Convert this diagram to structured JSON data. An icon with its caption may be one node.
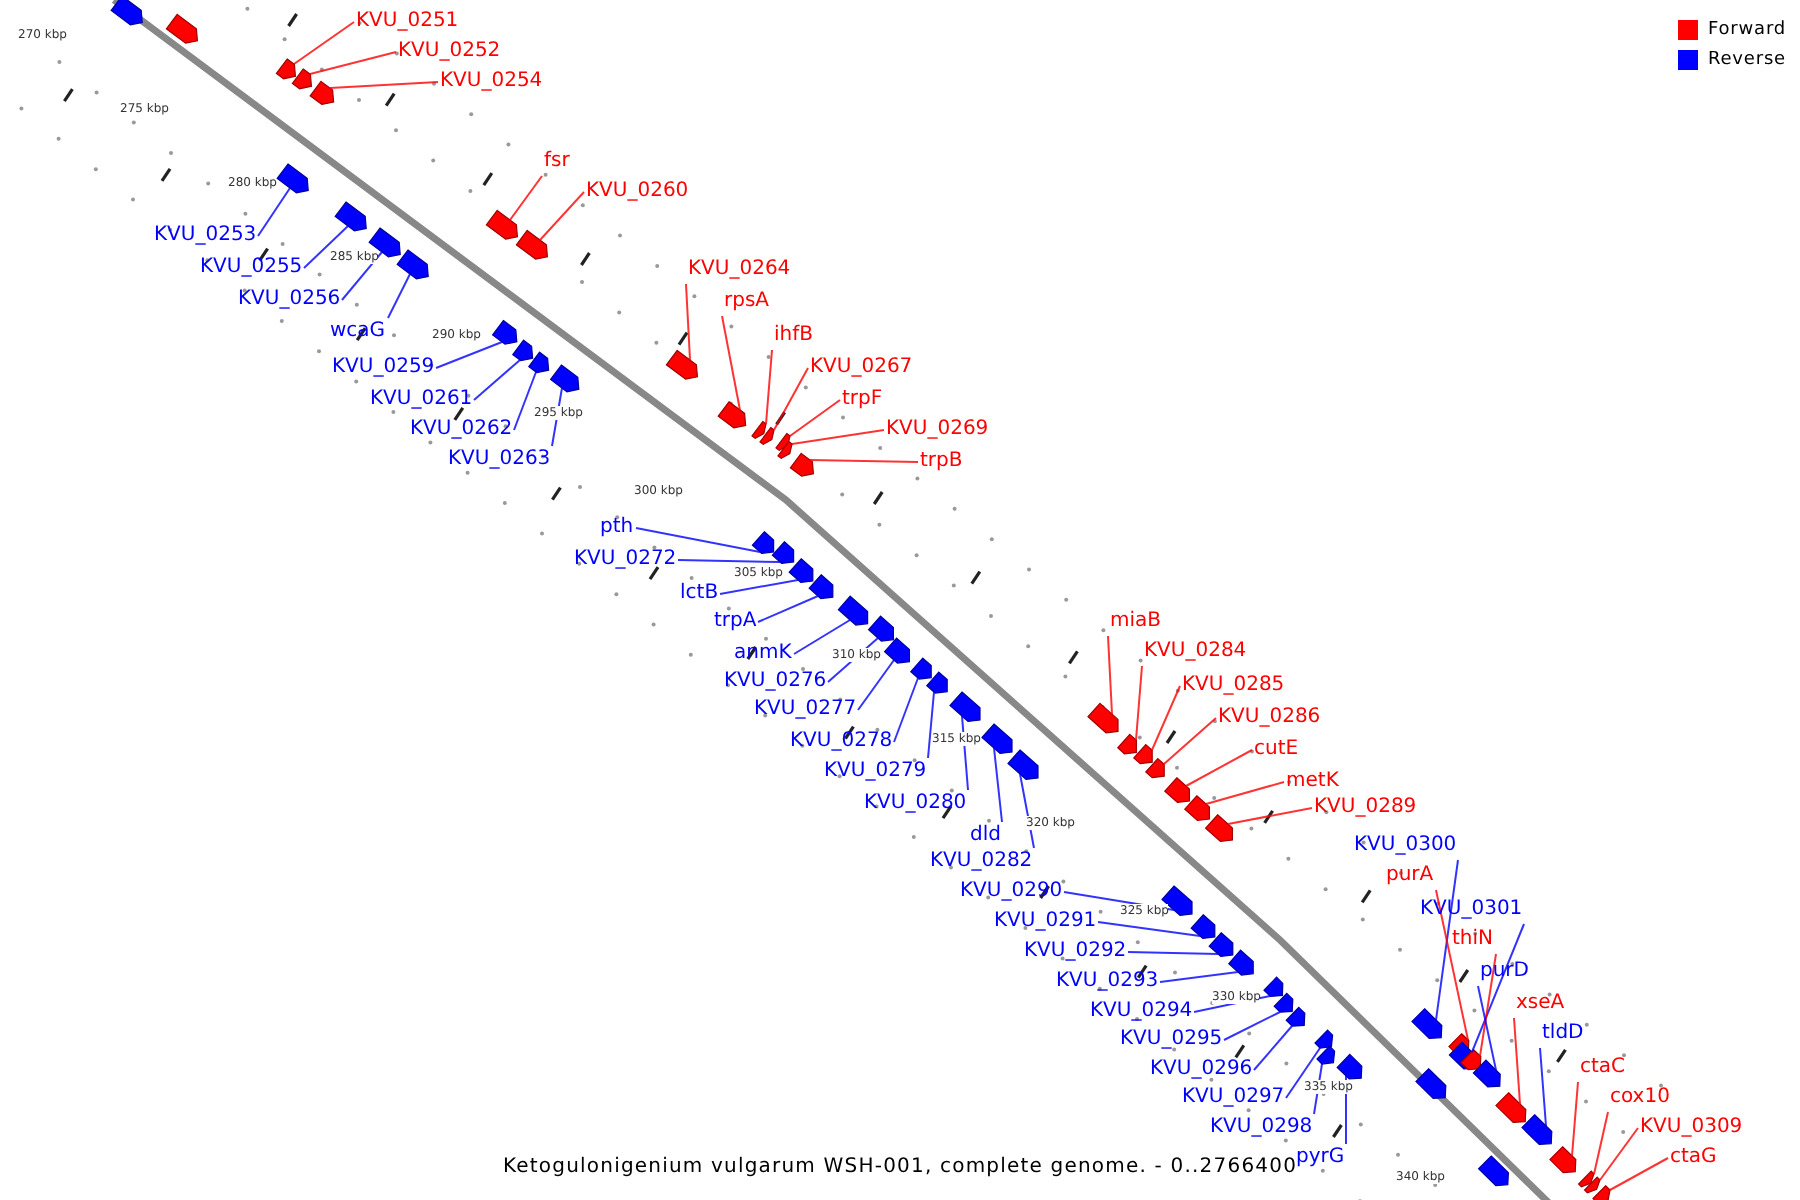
{
  "diagram": {
    "caption": "Ketogulonigenium vulgarum WSH-001, complete genome. - 0..2766400",
    "nodes": [
      {
        "text": [
          "KVU_0251"
        ]
      },
      {
        "text": [
          "KVU_0252"
        ]
      },
      {
        "text": [
          "KVU_0254"
        ]
      },
      {
        "text": [
          "fsr"
        ]
      },
      {
        "text": [
          "KVU_0260"
        ]
      },
      {
        "text": [
          "KVU_0264"
        ]
      },
      {
        "text": [
          "rpsA"
        ]
      },
      {
        "text": [
          "ihfB"
        ]
      },
      {
        "text": [
          "KVU_0267"
        ]
      },
      {
        "text": [
          "trpF"
        ]
      },
      {
        "text": [
          "KVU_0269"
        ]
      },
      {
        "text": [
          "trpB"
        ]
      },
      {
        "text": [
          "KVU_0253"
        ]
      },
      {
        "text": [
          "KVU_0255"
        ]
      },
      {
        "text": [
          "KVU_0256"
        ]
      },
      {
        "text": [
          "wcaG"
        ]
      },
      {
        "text": [
          "KVU_0259"
        ]
      },
      {
        "text": [
          "KVU_0261"
        ]
      },
      {
        "text": [
          "KVU_0262"
        ]
      },
      {
        "text": [
          "KVU_0263"
        ]
      },
      {
        "text": [
          "pth"
        ]
      },
      {
        "text": [
          "KVU_0272"
        ]
      },
      {
        "text": [
          "lctB"
        ]
      },
      {
        "text": [
          "trpA"
        ]
      },
      {
        "text": [
          "anmK"
        ]
      },
      {
        "text": [
          "KVU_0276"
        ]
      },
      {
        "text": [
          "KVU_0277"
        ]
      },
      {
        "text": [
          "KVU_0278"
        ]
      },
      {
        "text": [
          "KVU_0279"
        ]
      },
      {
        "text": [
          "KVU_0280"
        ]
      },
      {
        "text": [
          "dld"
        ]
      },
      {
        "text": [
          "KVU_0282"
        ]
      },
      {
        "text": [
          "miaB"
        ]
      },
      {
        "text": [
          "KVU_0284"
        ]
      },
      {
        "text": [
          "KVU_0285"
        ]
      },
      {
        "text": [
          "KVU_0286"
        ]
      },
      {
        "text": [
          "cutE"
        ]
      },
      {
        "text": [
          "metK"
        ]
      },
      {
        "text": [
          "KVU_0289"
        ]
      },
      {
        "text": [
          "KVU_0290"
        ]
      },
      {
        "text": [
          "KVU_0291"
        ]
      },
      {
        "text": [
          "KVU_0292"
        ]
      },
      {
        "text": [
          "KVU_0293"
        ]
      },
      {
        "text": [
          "KVU_0294"
        ]
      },
      {
        "text": [
          "KVU_0295"
        ]
      },
      {
        "text": [
          "KVU_0296"
        ]
      },
      {
        "text": [
          "KVU_0297"
        ]
      },
      {
        "text": [
          "KVU_0298"
        ]
      },
      {
        "text": [
          "pyrG"
        ]
      },
      {
        "text": [
          "KVU_0300"
        ]
      },
      {
        "text": [
          "purA"
        ]
      },
      {
        "text": [
          "KVU_0301"
        ]
      },
      {
        "text": [
          "thiN"
        ]
      },
      {
        "text": [
          "purD"
        ]
      },
      {
        "text": [
          "xseA"
        ]
      },
      {
        "text": [
          "tldD"
        ]
      },
      {
        "text": [
          "ctaC"
        ]
      },
      {
        "text": [
          "cox10"
        ]
      },
      {
        "text": [
          "KVU_0309"
        ]
      },
      {
        "text": [
          "ctaG"
        ]
      },
      {
        "text": [],
        "shape": "box"
      },
      {
        "text": [],
        "shape": "box"
      },
      {
        "text": [],
        "shape": "box"
      },
      {
        "text": [],
        "shape": "box"
      },
      {
        "text": [],
        "shape": "box"
      },
      {
        "text": [],
        "shape": "box"
      },
      {
        "text": [],
        "shape": "box"
      },
      {
        "text": [],
        "shape": "box"
      },
      {
        "text": [],
        "shape": "box"
      },
      {
        "text": [],
        "shape": "box"
      },
      {
        "text": [],
        "shape": "box"
      },
      {
        "text": [],
        "shape": "box"
      },
      {
        "text": [],
        "shape": "box"
      },
      {
        "text": [],
        "shape": "box"
      },
      {
        "text": [],
        "shape": "box"
      },
      {
        "text": [],
        "shape": "box"
      },
      {
        "text": [],
        "shape": "box"
      },
      {
        "text": [],
        "shape": "box"
      },
      {
        "text": [],
        "shape": "box"
      },
      {
        "text": [],
        "shape": "box"
      },
      {
        "text": [],
        "shape": "box"
      },
      {
        "text": [],
        "shape": "box"
      },
      {
        "text": [],
        "shape": "box"
      },
      {
        "text": [],
        "shape": "box"
      },
      {
        "text": [],
        "shape": "box"
      },
      {
        "text": [],
        "shape": "box"
      },
      {
        "text": [],
        "shape": "box"
      },
      {
        "text": [],
        "shape": "box"
      },
      {
        "text": [],
        "shape": "box"
      },
      {
        "text": [],
        "shape": "box"
      },
      {
        "text": [],
        "shape": "box"
      },
      {
        "text": [],
        "shape": "box"
      },
      {
        "text": [],
        "shape": "box"
      },
      {
        "text": [],
        "shape": "box"
      },
      {
        "text": [],
        "shape": "box"
      },
      {
        "text": [],
        "shape": "box"
      },
      {
        "text": [],
        "shape": "box"
      },
      {
        "text": [],
        "shape": "box"
      },
      {
        "text": [],
        "shape": "box"
      },
      {
        "text": [],
        "shape": "box"
      },
      {
        "text": [],
        "shape": "box"
      },
      {
        "text": [],
        "shape": "box"
      },
      {
        "text": [],
        "shape": "box"
      },
      {
        "text": [],
        "shape": "box"
      },
      {
        "text": [],
        "shape": "box"
      },
      {
        "text": [],
        "shape": "box"
      },
      {
        "text": [],
        "shape": "box"
      },
      {
        "text": [],
        "shape": "box"
      },
      {
        "text": [],
        "shape": "box"
      },
      {
        "text": [],
        "shape": "box"
      },
      {
        "text": [],
        "shape": "box"
      },
      {
        "text": [],
        "shape": "box"
      },
      {
        "text": [],
        "shape": "box"
      },
      {
        "text": [],
        "shape": "box"
      },
      {
        "text": [],
        "shape": "box"
      },
      {
        "text": [],
        "shape": "box"
      },
      {
        "text": [],
        "shape": "box"
      },
      {
        "text": [],
        "shape": "box"
      },
      {
        "text": [],
        "shape": "box"
      },
      {
        "text": [],
        "shape": "box"
      },
      {
        "text": [],
        "shape": "box"
      },
      {
        "text": [],
        "shape": "box"
      },
      {
        "text": [],
        "shape": "box"
      },
      {
        "text": [],
        "shape": "box"
      }
    ],
    "edges": [
      {
        "from": 0,
        "to": 60,
        "arrow": "none",
        "color": "#ff0000"
      },
      {
        "from": 1,
        "to": 61,
        "arrow": "none",
        "color": "#ff0000"
      },
      {
        "from": 2,
        "to": 62,
        "arrow": "none",
        "color": "#ff0000"
      },
      {
        "from": 3,
        "to": 63,
        "arrow": "none",
        "color": "#ff0000"
      },
      {
        "from": 4,
        "to": 64,
        "arrow": "none",
        "color": "#ff0000"
      },
      {
        "from": 5,
        "to": 65,
        "arrow": "none",
        "color": "#ff0000"
      },
      {
        "from": 6,
        "to": 66,
        "arrow": "none",
        "color": "#ff0000"
      },
      {
        "from": 7,
        "to": 67,
        "arrow": "none",
        "color": "#ff0000"
      },
      {
        "from": 8,
        "to": 68,
        "arrow": "none",
        "color": "#ff0000"
      },
      {
        "from": 9,
        "to": 69,
        "arrow": "none",
        "color": "#ff0000"
      },
      {
        "from": 10,
        "to": 70,
        "arrow": "none",
        "color": "#ff0000"
      },
      {
        "from": 11,
        "to": 71,
        "arrow": "none",
        "color": "#ff0000"
      },
      {
        "from": 12,
        "to": 72,
        "arrow": "none"
      },
      {
        "from": 13,
        "to": 73,
        "arrow": "none"
      },
      {
        "from": 14,
        "to": 74,
        "arrow": "none"
      },
      {
        "from": 15,
        "to": 75,
        "arrow": "none"
      },
      {
        "from": 16,
        "to": 76,
        "arrow": "none"
      },
      {
        "from": 17,
        "to": 77,
        "arrow": "none"
      },
      {
        "from": 18,
        "to": 78,
        "arrow": "none"
      },
      {
        "from": 19,
        "to": 79,
        "arrow": "none"
      },
      {
        "from": 20,
        "to": 80,
        "arrow": "none"
      },
      {
        "from": 21,
        "to": 81,
        "arrow": "none"
      },
      {
        "from": 22,
        "to": 82,
        "arrow": "none"
      },
      {
        "from": 23,
        "to": 83,
        "arrow": "none"
      },
      {
        "from": 24,
        "to": 84,
        "arrow": "none"
      },
      {
        "from": 25,
        "to": 85,
        "arrow": "none"
      },
      {
        "from": 26,
        "to": 86,
        "arrow": "none"
      },
      {
        "from": 27,
        "to": 87,
        "arrow": "none"
      },
      {
        "from": 28,
        "to": 88,
        "arrow": "none"
      },
      {
        "from": 29,
        "to": 89,
        "arrow": "none"
      },
      {
        "from": 30,
        "to": 90,
        "arrow": "none"
      },
      {
        "from": 31,
        "to": 91,
        "arrow": "none"
      },
      {
        "from": 32,
        "to": 92,
        "arrow": "none",
        "color": "#ff0000"
      },
      {
        "from": 33,
        "to": 93,
        "arrow": "none",
        "color": "#ff0000"
      },
      {
        "from": 34,
        "to": 94,
        "arrow": "none",
        "color": "#ff0000"
      },
      {
        "from": 35,
        "to": 95,
        "arrow": "none",
        "color": "#ff0000"
      },
      {
        "from": 36,
        "to": 96,
        "arrow": "none",
        "color": "#ff0000"
      },
      {
        "from": 37,
        "to": 97,
        "arrow": "none",
        "color": "#ff0000"
      },
      {
        "from": 38,
        "to": 98,
        "arrow": "none",
        "color": "#ff0000"
      },
      {
        "from": 39,
        "to": 99,
        "arrow": "none"
      },
      {
        "from": 40,
        "to": 100,
        "arrow": "none"
      },
      {
        "from": 41,
        "to": 101,
        "arrow": "none"
      },
      {
        "from": 42,
        "to": 102,
        "arrow": "none"
      },
      {
        "from": 43,
        "to": 103,
        "arrow": "none"
      },
      {
        "from": 44,
        "to": 104,
        "arrow": "none"
      },
      {
        "from": 45,
        "to": 105,
        "arrow": "none"
      },
      {
        "from": 46,
        "to": 106,
        "arrow": "none"
      },
      {
        "from": 47,
        "to": 107,
        "arrow": "none"
      },
      {
        "from": 48,
        "to": 108,
        "arrow": "none"
      },
      {
        "from": 49,
        "to": 109,
        "arrow": "none"
      },
      {
        "from": 50,
        "to": 110,
        "arrow": "none",
        "color": "#ff0000"
      },
      {
        "from": 51,
        "to": 111,
        "arrow": "none"
      },
      {
        "from": 52,
        "to": 112,
        "arrow": "none",
        "color": "#ff0000"
      },
      {
        "from": 53,
        "to": 113,
        "arrow": "none"
      },
      {
        "from": 54,
        "to": 114,
        "arrow": "none",
        "color": "#ff0000"
      },
      {
        "from": 55,
        "to": 115,
        "arrow": "none"
      },
      {
        "from": 56,
        "to": 116,
        "arrow": "none",
        "color": "#ff0000"
      },
      {
        "from": 57,
        "to": 117,
        "arrow": "none",
        "color": "#ff0000"
      },
      {
        "from": 58,
        "to": 118,
        "arrow": "none",
        "color": "#ff0000"
      },
      {
        "from": 59,
        "to": 119,
        "arrow": "none",
        "color": "#ff0000"
      }
    ],
    "labels": [
      "270 kbp",
      "275 kbp",
      "280 kbp",
      "285 kbp",
      "290 kbp",
      "295 kbp",
      "300 kbp",
      "305 kbp",
      "310 kbp",
      "315 kbp",
      "320 kbp",
      "325 kbp",
      "330 kbp",
      "335 kbp",
      "340 kbp"
    ],
    "legend": [
      {
        "text": "Forward",
        "color": "#ff0000"
      },
      {
        "text": "Reverse",
        "color": "#0000ff"
      }
    ]
  }
}
